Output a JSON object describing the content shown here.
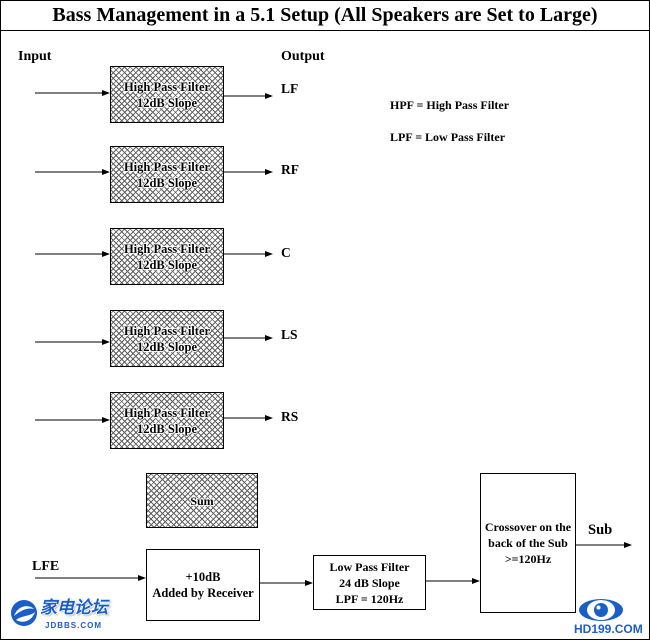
{
  "title": "Bass Management in a 5.1 Setup (All Speakers are Set to Large)",
  "columns": {
    "input": "Input",
    "output": "Output"
  },
  "hpf_channels": [
    {
      "filter": "High Pass Filter",
      "slope": "12dB Slope",
      "output": "LF"
    },
    {
      "filter": "High Pass Filter",
      "slope": "12dB Slope",
      "output": "RF"
    },
    {
      "filter": "High Pass Filter",
      "slope": "12dB Slope",
      "output": "C"
    },
    {
      "filter": "High Pass Filter",
      "slope": "12dB Slope",
      "output": "LS"
    },
    {
      "filter": "High Pass Filter",
      "slope": "12dB Slope",
      "output": "RS"
    }
  ],
  "legend": [
    "HPF = High Pass Filter",
    "LPF = Low Pass Filter"
  ],
  "sum_label": "Sum",
  "lfe_chain": {
    "input": "LFE",
    "receiver": [
      "+10dB",
      "Added by Receiver"
    ],
    "low_pass_filter": [
      "Low Pass Filter",
      "24 dB Slope",
      "LPF = 120Hz"
    ],
    "crossover": [
      "Crossover on the",
      "back of the Sub",
      ">=120Hz"
    ],
    "output": "Sub"
  },
  "logos": {
    "left_name": "家电论坛",
    "left_site": "JDBBS.COM",
    "right_site": "HD199.COM"
  },
  "colors": {
    "line": "#000000",
    "hatch": "#5f5f5f",
    "logo_blue": "#1a5fc8"
  }
}
